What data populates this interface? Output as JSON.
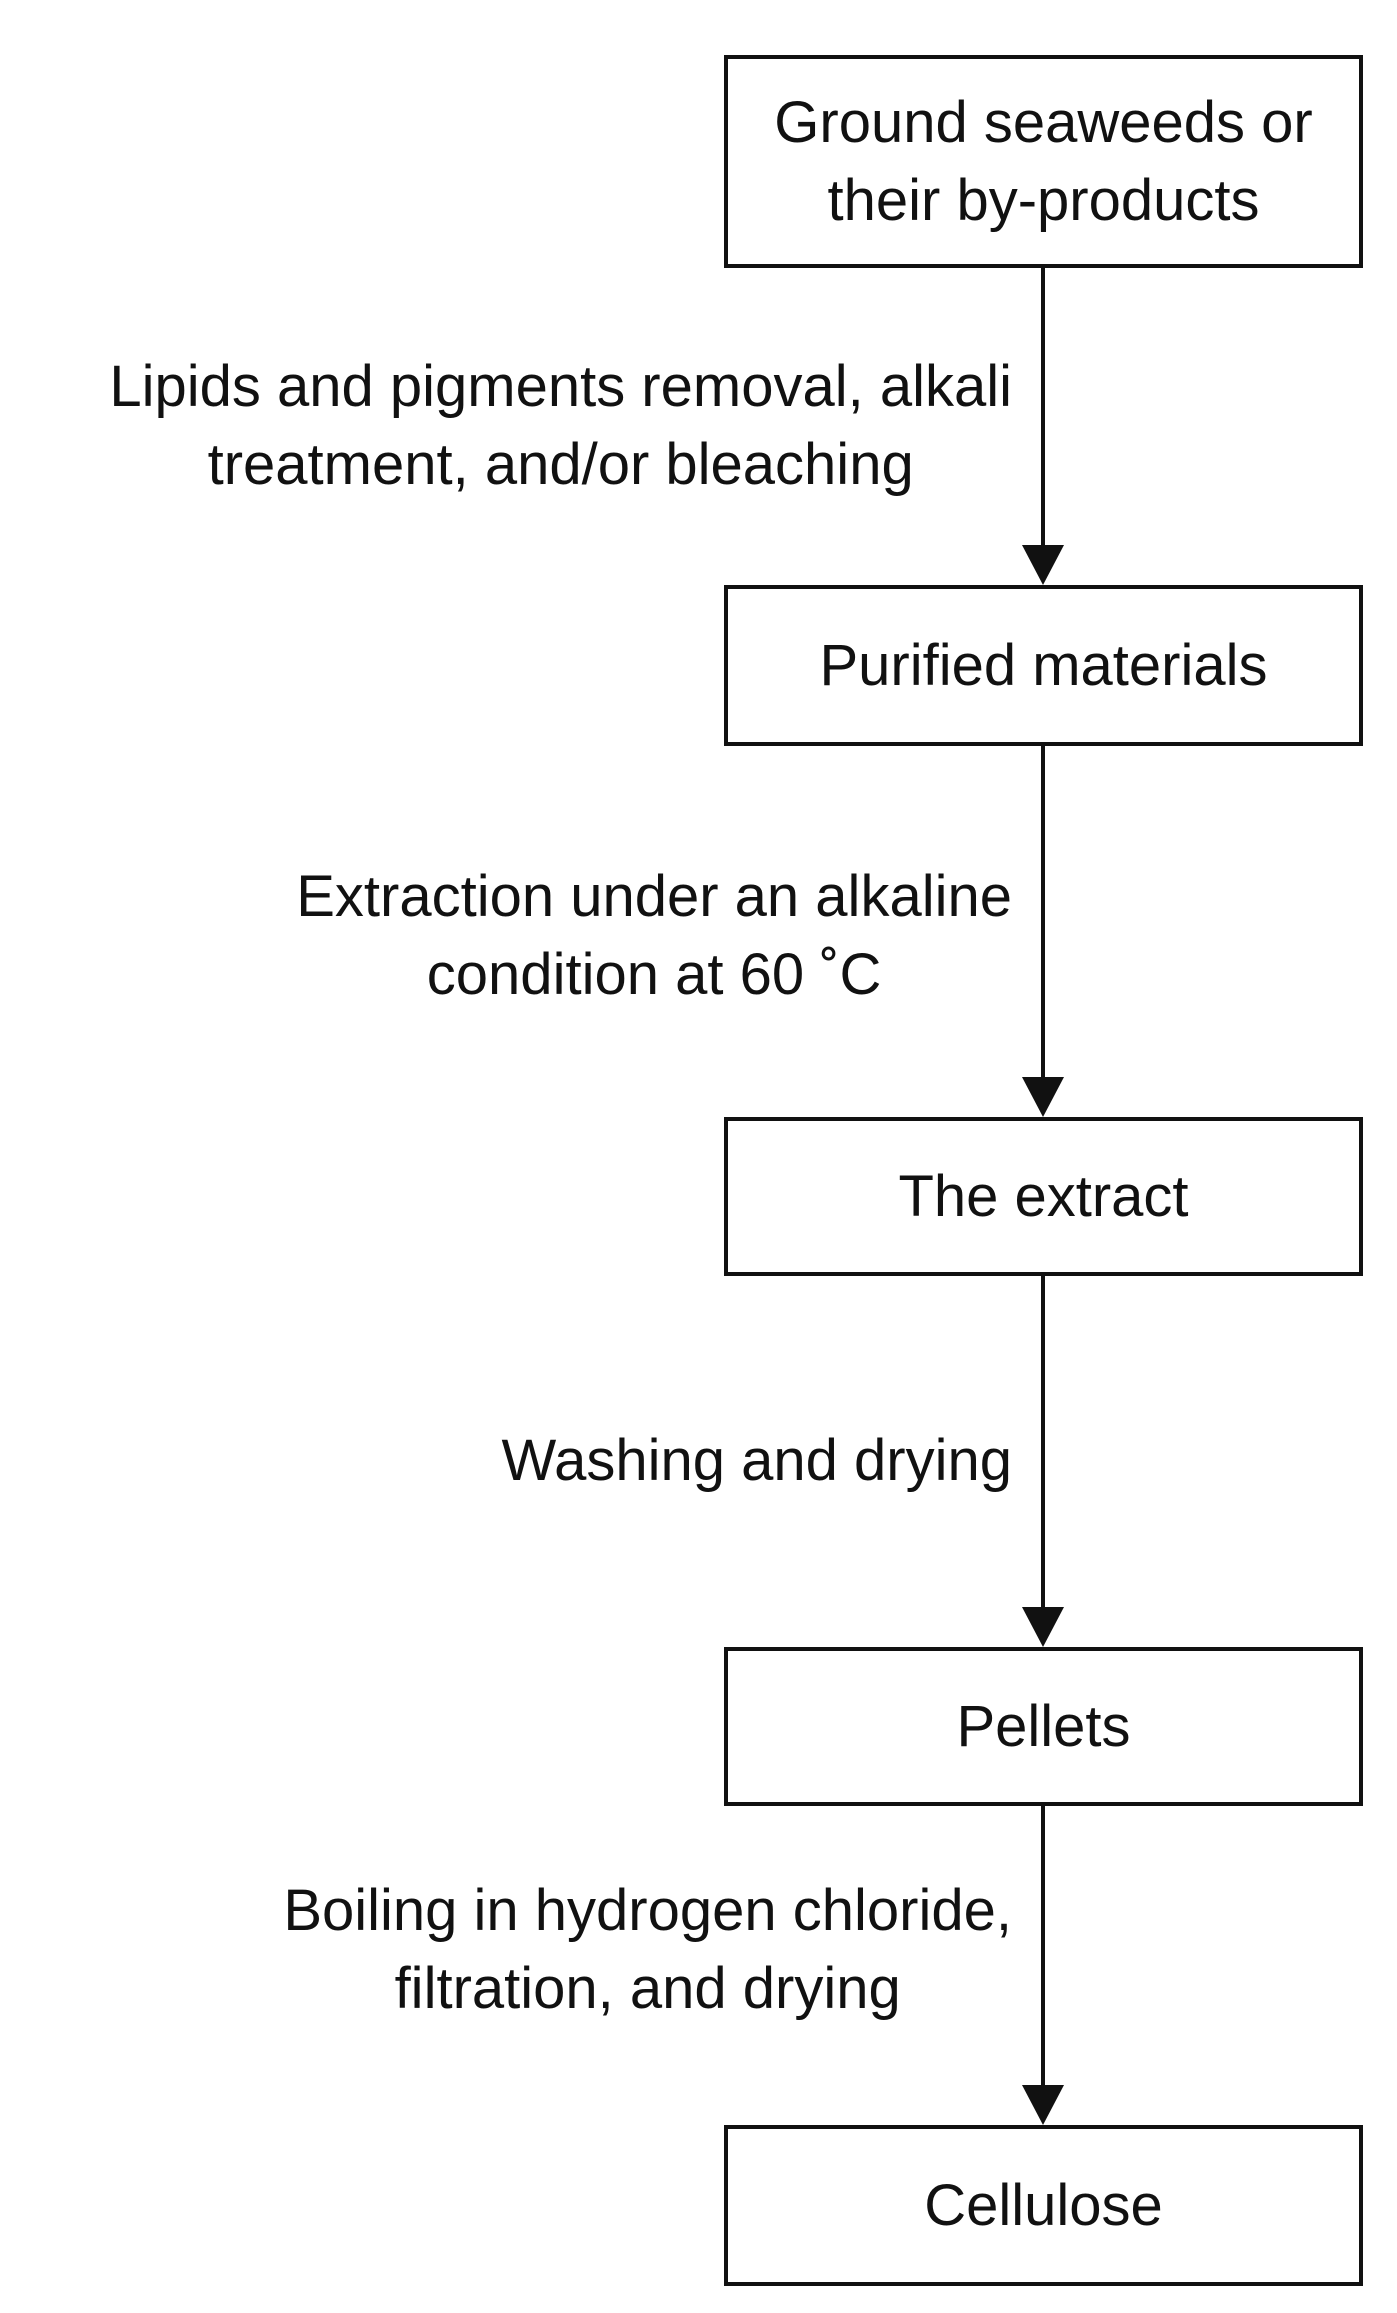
{
  "colors": {
    "line": "#111111",
    "box_fill": "#ffffff",
    "text": "#111111"
  },
  "nodes": [
    {
      "id": "ground-seaweeds",
      "lines": [
        "Ground seaweeds or",
        "their by-products"
      ]
    },
    {
      "id": "purified-materials",
      "lines": [
        "Purified materials"
      ]
    },
    {
      "id": "the-extract",
      "lines": [
        "The extract"
      ]
    },
    {
      "id": "pellets",
      "lines": [
        "Pellets"
      ]
    },
    {
      "id": "cellulose",
      "lines": [
        "Cellulose"
      ]
    }
  ],
  "steps": [
    {
      "from": "ground-seaweeds",
      "to": "purified-materials",
      "lines": [
        "Lipids and pigments removal, alkali",
        "treatment, and/or bleaching"
      ]
    },
    {
      "from": "purified-materials",
      "to": "the-extract",
      "lines": [
        "Extraction under an alkaline",
        "condition at 60 ˚C"
      ]
    },
    {
      "from": "the-extract",
      "to": "pellets",
      "lines": [
        "Washing and drying"
      ]
    },
    {
      "from": "pellets",
      "to": "cellulose",
      "lines": [
        "Boiling in hydrogen chloride,",
        "filtration, and drying"
      ]
    }
  ]
}
